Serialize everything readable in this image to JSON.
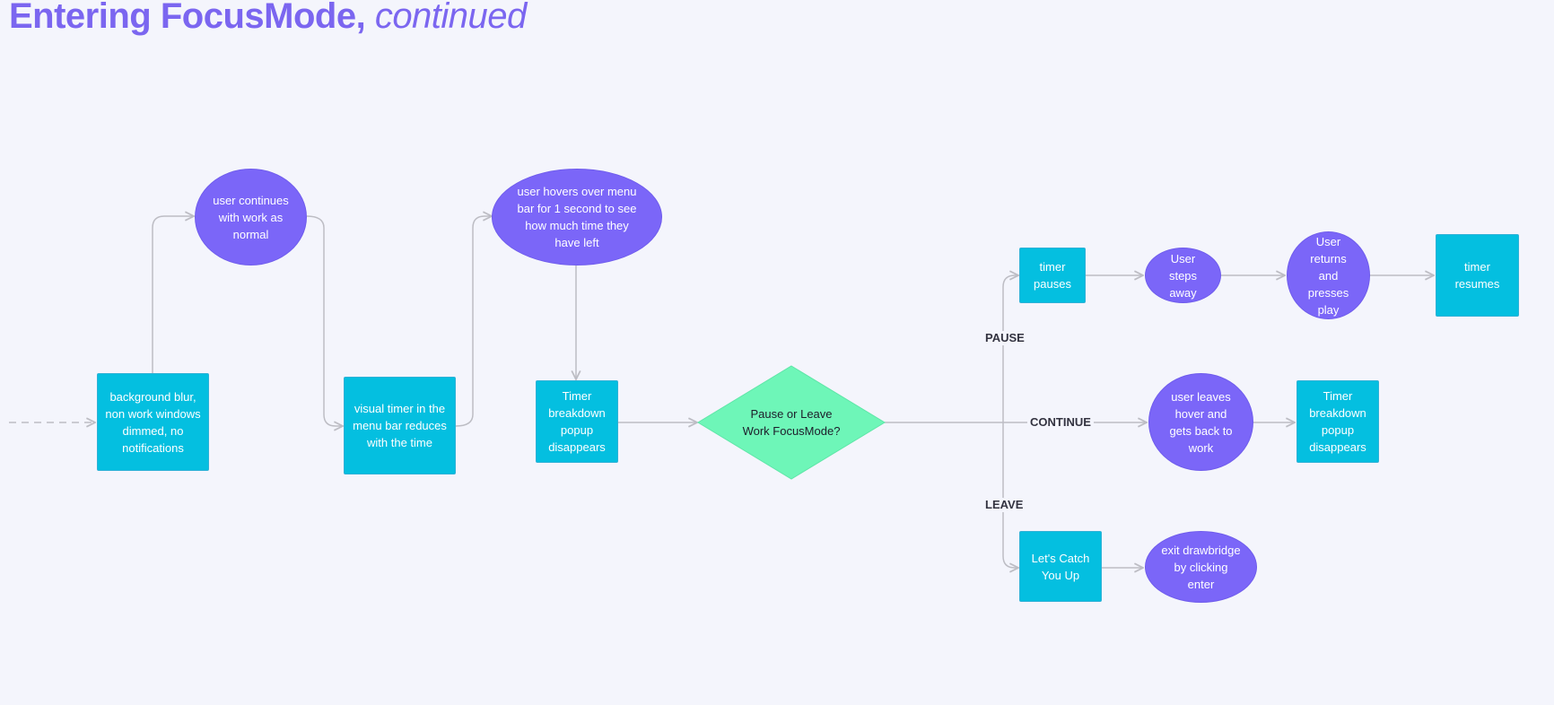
{
  "title": {
    "main": "Entering FocusMode,",
    "suffix": "continued"
  },
  "nodes": {
    "background_blur": "background blur, non work windows dimmed, no notifications",
    "user_continues": "user continues with work as normal",
    "visual_timer": "visual timer in the menu bar reduces with the time",
    "user_hovers": "user hovers over menu bar for 1 second to see how much time they have left",
    "timer_breakdown_disappears": "Timer breakdown popup disappears",
    "decision": "Pause or Leave Work FocusMode?",
    "timer_pauses": "timer pauses",
    "user_steps_away": "User steps away",
    "user_returns": "User returns and presses play",
    "timer_resumes": "timer resumes",
    "user_leaves_hover": "user leaves hover and gets back to work",
    "timer_breakdown_disappears_2": "Timer breakdown popup disappears",
    "lets_catch_up": "Let's Catch You Up",
    "exit_drawbridge": "exit drawbridge by clicking enter"
  },
  "edge_labels": {
    "pause": "PAUSE",
    "continue": "CONTINUE",
    "leave": "LEAVE"
  },
  "colors": {
    "rect": "#04bfe0",
    "oval": "#7b66f8",
    "diamond": "#6ef6b8",
    "edge": "#bdbdc4",
    "title": "#7b66f0"
  }
}
